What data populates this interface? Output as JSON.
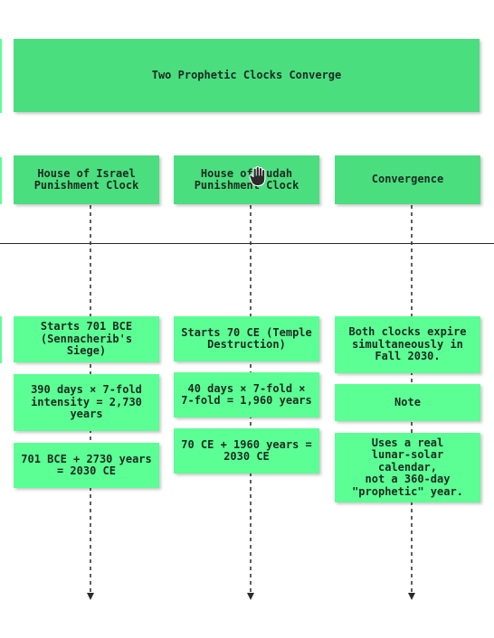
{
  "title": "Two Prophetic Clocks Converge",
  "columns": [
    {
      "header_line1": "House of Israel",
      "header_line2": "Punishment Clock",
      "steps": [
        {
          "lines": [
            "Starts 701 BCE",
            "(Sennacherib's Siege)"
          ]
        },
        {
          "lines": [
            "390 days × 7-fold",
            "intensity = 2,730",
            "years"
          ]
        },
        {
          "lines": [
            "701 BCE + 2730 years",
            "= 2030 CE"
          ]
        }
      ]
    },
    {
      "header_line1": "House of Judah",
      "header_line2": "Punishment Clock",
      "steps": [
        {
          "lines": [
            "Starts 70 CE (Temple",
            "Destruction)"
          ]
        },
        {
          "lines": [
            "40 days × 7-fold ×",
            "7-fold = 1,960 years"
          ]
        },
        {
          "lines": [
            "70 CE + 1960 years =",
            "2030 CE"
          ]
        }
      ]
    },
    {
      "header_line1": "Convergence",
      "steps": [
        {
          "lines": [
            "Both clocks expire",
            "simultaneously in",
            "Fall 2030."
          ]
        },
        {
          "lines": [
            "Note"
          ]
        },
        {
          "lines": [
            "Uses a real",
            "lunar-solar calendar,",
            "not a 360-day",
            "\"prophetic\" year."
          ]
        }
      ]
    }
  ],
  "colors": {
    "title_fill": "#4bde7f",
    "header_fill": "#4bde7f",
    "step_fill": "#5cff94",
    "line": "#2a2a2a",
    "text": "#1d2b22"
  },
  "icons": {
    "cursor": "hand-grab-icon"
  }
}
